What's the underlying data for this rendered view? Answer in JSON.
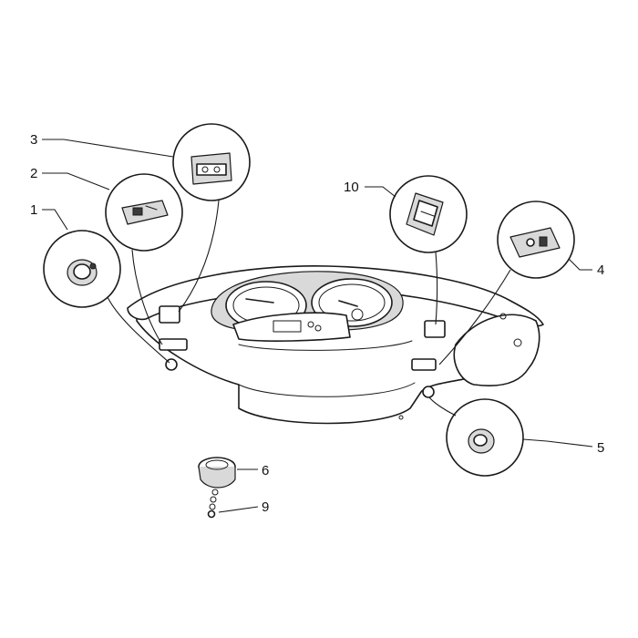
{
  "diagram": {
    "callouts": [
      {
        "id": "1",
        "label": "1"
      },
      {
        "id": "2",
        "label": "2"
      },
      {
        "id": "3",
        "label": "3"
      },
      {
        "id": "4",
        "label": "4"
      },
      {
        "id": "5",
        "label": "5"
      },
      {
        "id": "6",
        "label": "6"
      },
      {
        "id": "9",
        "label": "9"
      },
      {
        "id": "10",
        "label": "10"
      }
    ]
  }
}
